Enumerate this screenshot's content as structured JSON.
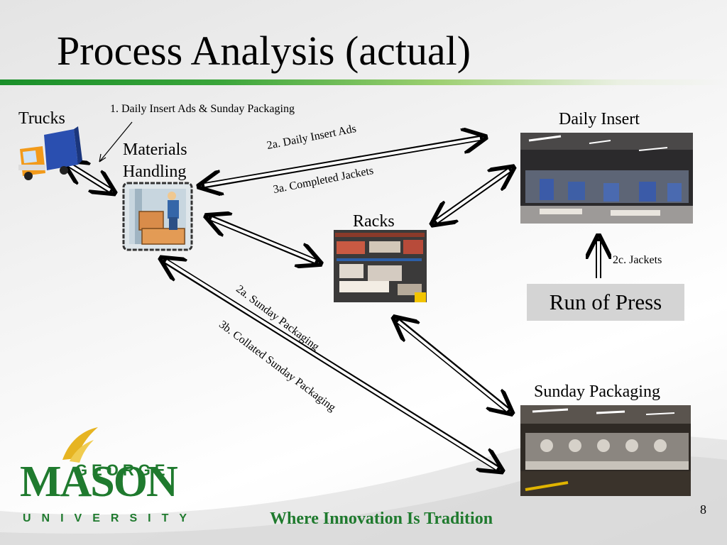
{
  "title": "Process Analysis (actual)",
  "nodes": {
    "trucks": "Trucks",
    "materials_line1": "Materials",
    "materials_line2": "Handling",
    "racks": "Racks",
    "daily_insert": "Daily Insert",
    "sunday_packaging": "Sunday Packaging",
    "run_of_press": "Run of Press"
  },
  "flows": {
    "step1": "1. Daily Insert Ads & Sunday Packaging",
    "step2a_daily": "2a. Daily Insert Ads",
    "step3a": "3a. Completed Jackets",
    "step2c": "2c. Jackets",
    "step2a_sunday": "2a. Sunday Packaging",
    "step3b": "3b. Collated Sunday Packaging"
  },
  "footer": {
    "tagline": "Where Innovation Is Tradition",
    "page_number": "8"
  },
  "logo": {
    "line1": "GEORGE",
    "line2": "MASON",
    "line3": "UNIVERSITY"
  },
  "colors": {
    "brand_green": "#1f7a2e",
    "logo_gold": "#e6b422"
  }
}
